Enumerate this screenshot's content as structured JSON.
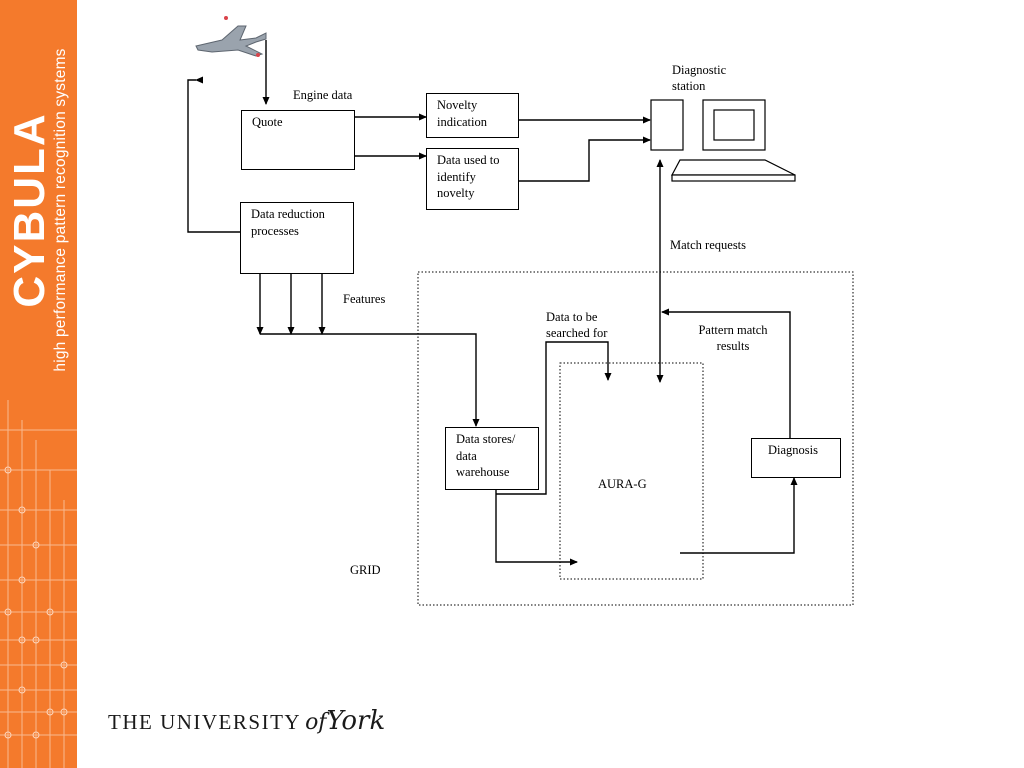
{
  "sidebar": {
    "brand": "CYBULA",
    "tagline": "high performance pattern recognition systems"
  },
  "diagram": {
    "engine_data": "Engine data",
    "quote": "Quote",
    "novelty_indication": "Novelty indication",
    "data_used": "Data used to identify novelty",
    "diagnostic_station": "Diagnostic station",
    "data_reduction": "Data reduction processes",
    "match_requests": "Match requests",
    "features": "Features",
    "data_to_search": "Data to be searched for",
    "pattern_match": "Pattern match results",
    "data_stores": "Data stores/ data warehouse",
    "aura": "AURA-G",
    "diagnosis": "Diagnosis",
    "grid": "GRID"
  },
  "footer": {
    "university_prefix": "THE UNIVERSITY",
    "university_of": "of",
    "university_york": "York"
  }
}
